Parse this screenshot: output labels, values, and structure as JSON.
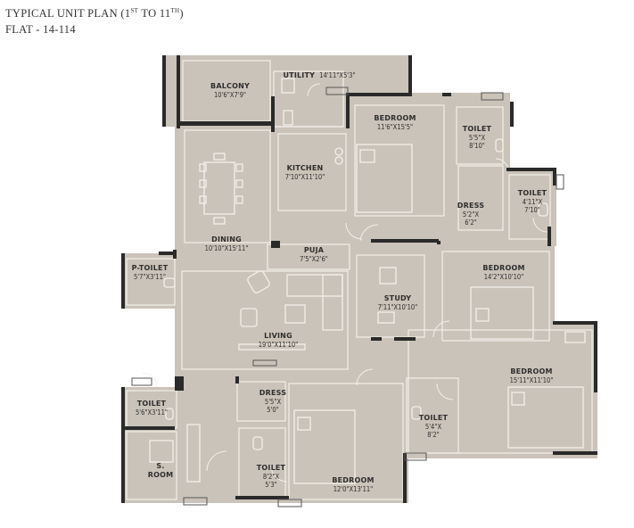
{
  "header": {
    "title_prefix": "TYPICAL UNIT PLAN (1",
    "sup1": "ST",
    "title_mid": " TO 11",
    "sup2": "TH",
    "title_suffix": ")",
    "flat": "FLAT -  14-114"
  },
  "rooms": {
    "utility": {
      "name": "UTILITY",
      "dim": "14'11\"X5'3\""
    },
    "balcony": {
      "name": "BALCONY",
      "dim": "10'6\"X7'9\""
    },
    "bedroom1": {
      "name": "BEDROOM",
      "dim": "11'6\"X15'5\""
    },
    "toilet1": {
      "name": "TOILET",
      "dim": "5'5\"X",
      "dim2": "8'10\""
    },
    "kitchen": {
      "name": "KITCHEN",
      "dim": "7'10\"X11'10\""
    },
    "toilet2": {
      "name": "TOILET",
      "dim": "4'11\"X",
      "dim2": "7'10\""
    },
    "dress1": {
      "name": "DRESS",
      "dim": "5'2\"X",
      "dim2": "6'2\""
    },
    "dining": {
      "name": "DINING",
      "dim": "10'10\"X15'11\""
    },
    "puja": {
      "name": "PUJA",
      "dim": "7'5\"X2'6\""
    },
    "ptoilet": {
      "name": "P-TOILET",
      "dim": "5'7\"X3'11\""
    },
    "bedroom2": {
      "name": "BEDROOM",
      "dim": "14'2\"X10'10\""
    },
    "study": {
      "name": "STUDY",
      "dim": "7'11\"X10'10\""
    },
    "living": {
      "name": "LIVING",
      "dim": "19'0\"X11'10\""
    },
    "bedroom3": {
      "name": "BEDROOM",
      "dim": "15'11\"X11'10\""
    },
    "toilet3": {
      "name": "TOILET",
      "dim": "5'6\"X3'11\""
    },
    "dress2": {
      "name": "DRESS",
      "dim": "5'5\"X",
      "dim2": "5'0\""
    },
    "toilet4": {
      "name": "TOILET",
      "dim": "5'4\"X",
      "dim2": "8'2\""
    },
    "sroom": {
      "name": "S.",
      "dim": "ROOM"
    },
    "toilet5": {
      "name": "TOILET",
      "dim": "8'2\"X",
      "dim2": "5'3\""
    },
    "bedroom4": {
      "name": "BEDROOM",
      "dim": "12'0\"X13'11\""
    }
  },
  "colors": {
    "floor": "#cac3b9",
    "wall": "#2a2a2a",
    "line": "#f2efea",
    "accent": "#e3dfd9"
  }
}
